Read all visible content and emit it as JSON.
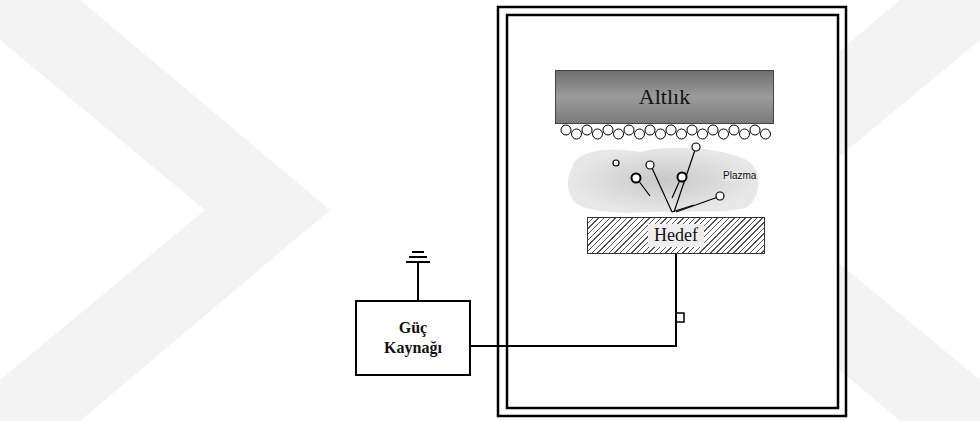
{
  "diagram": {
    "nodes": [
      {
        "text": [
          "Altlık"
        ]
      },
      {
        "text": [
          "Hedef"
        ]
      },
      {
        "text": [
          "Güç Kaynağı"
        ]
      }
    ],
    "edges": [
      {
        "from": 2,
        "to": 1,
        "arrow": "none"
      }
    ],
    "labels": [
      "Plazma"
    ]
  }
}
